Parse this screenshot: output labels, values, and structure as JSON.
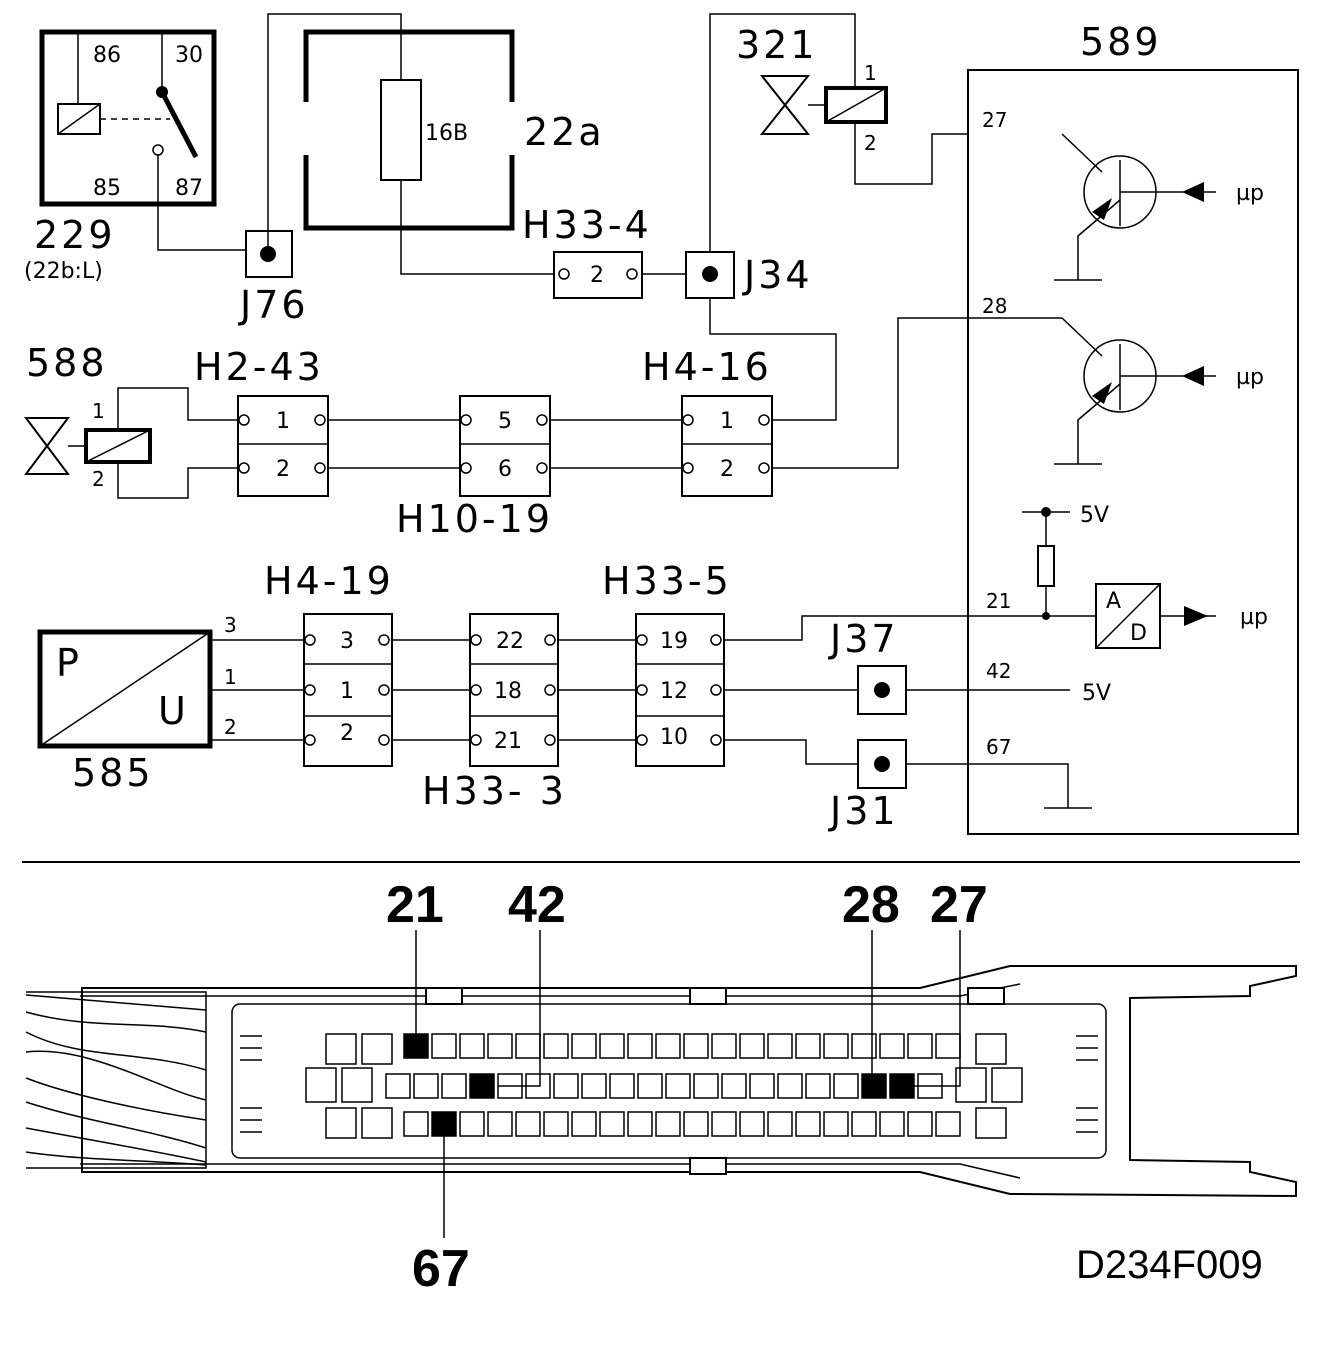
{
  "components": {
    "relay": {
      "id": "229",
      "sub": "(22b:L)",
      "pins": [
        "86",
        "30",
        "85",
        "87"
      ]
    },
    "fuse_box": {
      "id": "22a",
      "fuse": "16B"
    },
    "valve_321": {
      "id": "321",
      "pin1": "1",
      "pin2": "2"
    },
    "valve_588": {
      "id": "588",
      "pin1": "1",
      "pin2": "2"
    },
    "sensor": {
      "id": "585",
      "p": "P",
      "u": "U",
      "pins": [
        "3",
        "1",
        "2"
      ]
    },
    "ecu": {
      "id": "589",
      "pins": [
        "27",
        "28",
        "21",
        "42",
        "67"
      ],
      "mu": "µp",
      "v5": "5V",
      "a": "A",
      "d": "D"
    }
  },
  "junctions": [
    "J76",
    "J34",
    "J37",
    "J31"
  ],
  "connectors": {
    "h33_4": {
      "name": "H33-4",
      "pins": [
        "2"
      ]
    },
    "h2_43": {
      "name": "H2-43",
      "pins": [
        "1",
        "2"
      ]
    },
    "h10_19": {
      "name": "H10-19",
      "pins": [
        "5",
        "6"
      ]
    },
    "h4_16": {
      "name": "H4-16",
      "pins": [
        "1",
        "2"
      ]
    },
    "h4_19": {
      "name": "H4-19",
      "pins": [
        "3",
        "1",
        "2"
      ]
    },
    "h33_3": {
      "name": "H33- 3",
      "pins": [
        "22",
        "18",
        "21"
      ]
    },
    "h33_5": {
      "name": "H33-5",
      "pins": [
        "19",
        "12",
        "10"
      ]
    }
  },
  "connector_view": {
    "top_labels": [
      "21",
      "42",
      "28",
      "27"
    ],
    "bottom_label": "67",
    "code": "D234F009"
  }
}
